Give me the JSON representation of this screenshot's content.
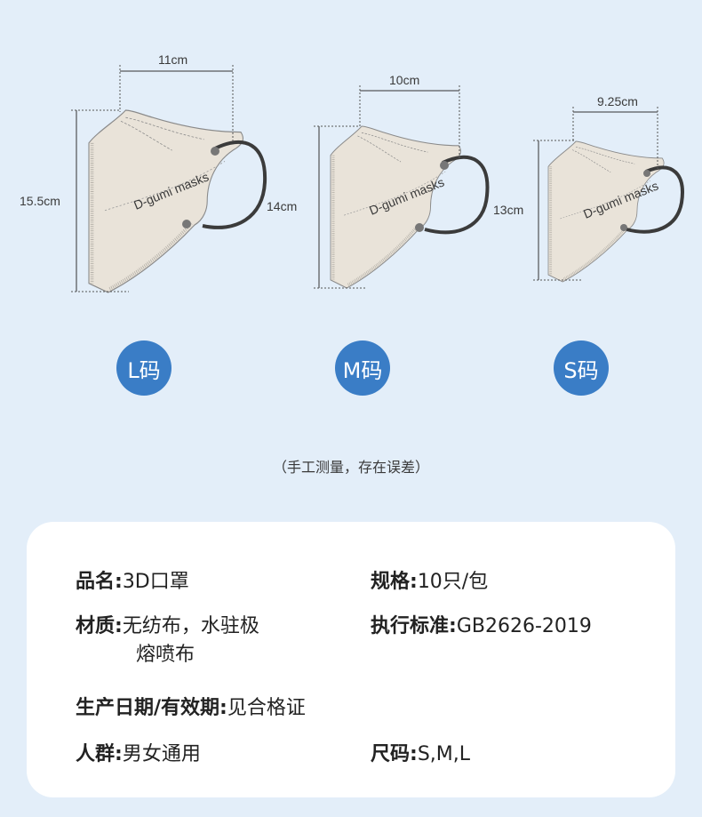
{
  "sizes": [
    {
      "badge": "L码",
      "width": "11cm",
      "height": "15.5cm",
      "brand": "D-gumi masks"
    },
    {
      "badge": "M码",
      "width": "10cm",
      "height": "14cm",
      "brand": "D-gumi masks"
    },
    {
      "badge": "S码",
      "width": "9.25cm",
      "height": "13cm",
      "brand": "D-gumi masks"
    }
  ],
  "note": "（手工测量，存在误差）",
  "specs": {
    "name": {
      "label": "品名:",
      "value": "3D口罩"
    },
    "spec": {
      "label": "规格:",
      "value": "10只/包"
    },
    "material": {
      "label": "材质:",
      "value": "无纺布，水驻极",
      "value2": "熔喷布"
    },
    "standard": {
      "label": "执行标准:",
      "value": "GB2626-2019"
    },
    "date": {
      "label": "生产日期/有效期:",
      "value": "见合格证"
    },
    "people": {
      "label": "人群:",
      "value": "男女通用"
    },
    "size": {
      "label": "尺码:",
      "value": "S,M,L"
    }
  },
  "colors": {
    "background": "#e3eef9",
    "badge": "#3a7dc6",
    "mask": "#e9e3d9",
    "earloop": "#3b3b3b"
  }
}
